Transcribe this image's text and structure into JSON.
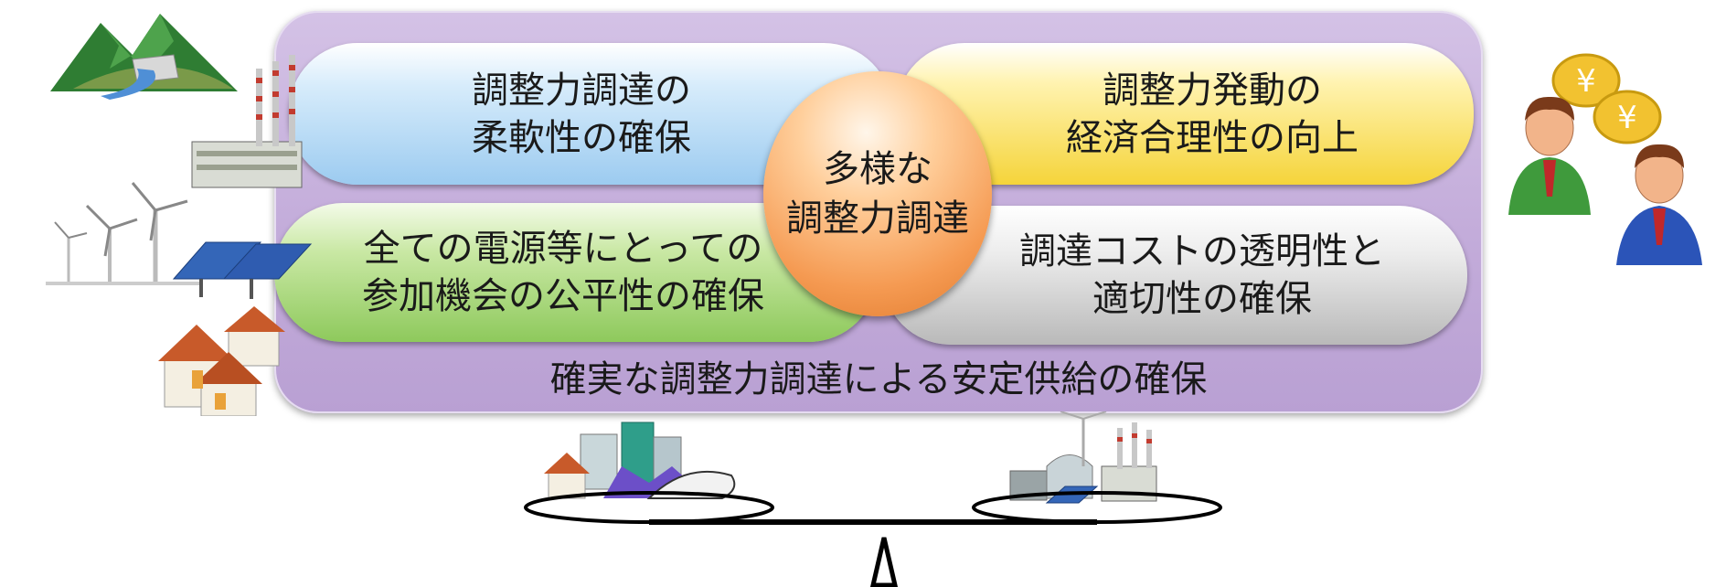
{
  "boxes": {
    "flex": {
      "line1": "調整力調達の",
      "line2": "柔軟性の確保"
    },
    "econ": {
      "line1": "調整力発動の",
      "line2": "経済合理性の向上"
    },
    "fair": {
      "line1": "全ての電源等にとっての",
      "line2": "参加機会の公平性の確保"
    },
    "cost": {
      "line1": "調達コストの透明性と",
      "line2": "適切性の確保"
    }
  },
  "center": {
    "line1": "多様な",
    "line2": "調整力調達"
  },
  "bottom_caption": "確実な調整力調達による安定供給の確保",
  "icons": {
    "currency_symbol": "¥",
    "colors": {
      "blue_pill": "#9ccbf0",
      "yellow_pill": "#f5d43a",
      "green_pill": "#8ec95c",
      "gray_pill": "#b9b9b9",
      "panel": "#c3acda",
      "center": "#f59a52"
    }
  }
}
